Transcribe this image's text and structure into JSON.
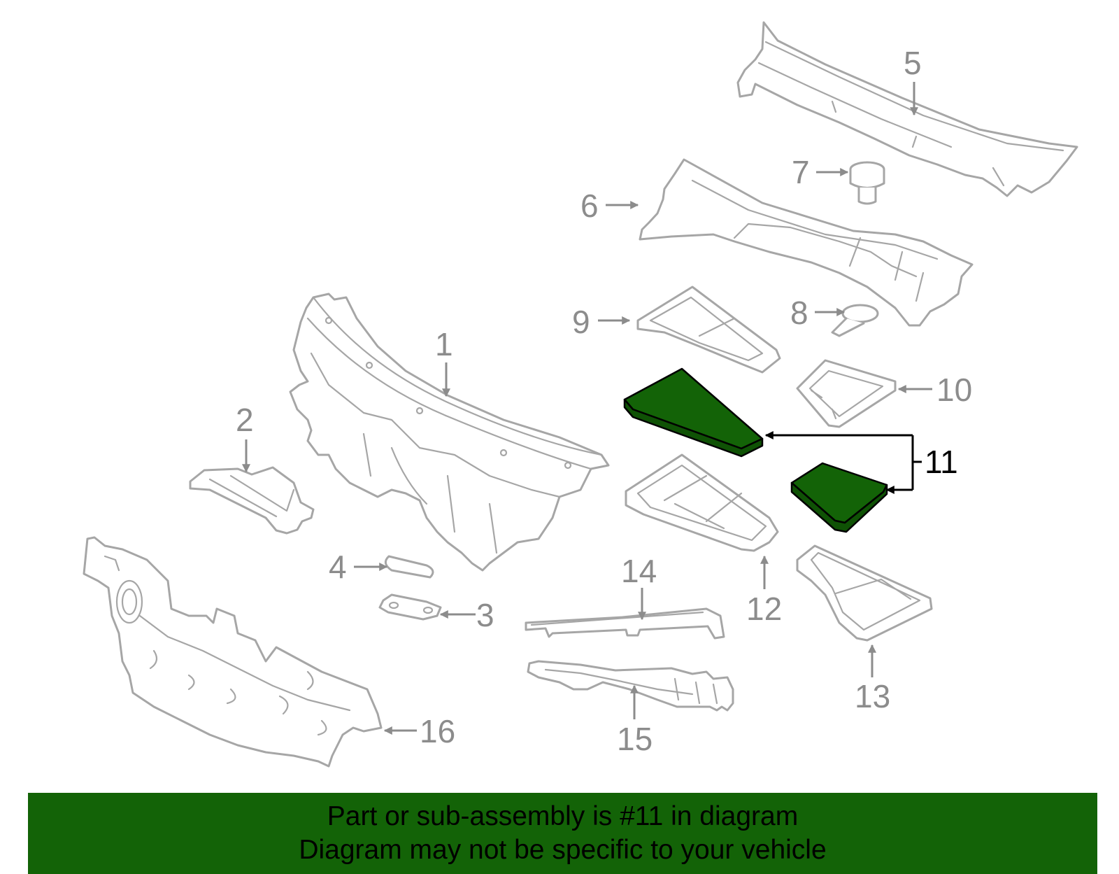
{
  "callouts": {
    "c1": "1",
    "c2": "2",
    "c3": "3",
    "c4": "4",
    "c5": "5",
    "c6": "6",
    "c7": "7",
    "c8": "8",
    "c9": "9",
    "c10": "10",
    "c11": "11",
    "c12": "12",
    "c13": "13",
    "c14": "14",
    "c15": "15",
    "c16": "16"
  },
  "highlighted_part": "11",
  "colors": {
    "highlight": "#136307",
    "line_art": "#a6a6a6",
    "caption_background": "#136307"
  },
  "caption": {
    "line1": "Part or sub-assembly is #11 in diagram",
    "line2": "Diagram may not be specific to your vehicle"
  }
}
